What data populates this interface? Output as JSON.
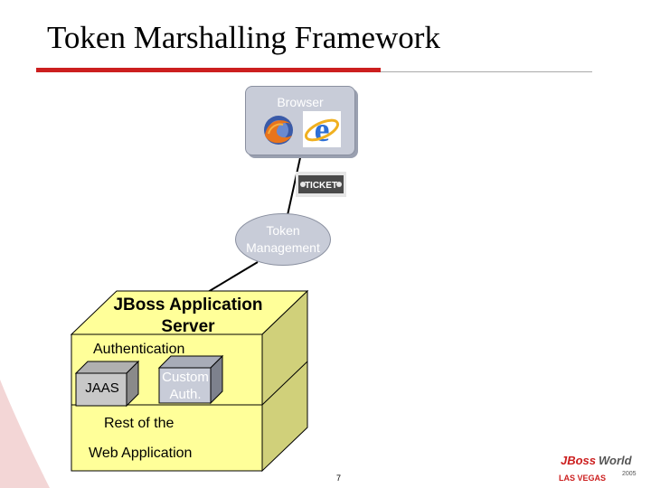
{
  "slide": {
    "title": "Token Marshalling Framework",
    "page_number": "7"
  },
  "browser": {
    "label": "Browser",
    "icons": [
      "firefox-icon",
      "internet-explorer-icon"
    ]
  },
  "ticket": {
    "icon": "ticket-icon",
    "text": "TICKET"
  },
  "token_management": {
    "line1": "Token",
    "line2": "Management"
  },
  "server": {
    "title_line1": "JBoss Application",
    "title_line2": "Server",
    "authentication_label": "Authentication",
    "jaas_label": "JAAS",
    "custom_line1": "Custom",
    "custom_line2": "Auth.",
    "rest_line1": "Rest of the",
    "rest_line2": "Web Application"
  },
  "logo": {
    "text_jboss": "JBoss",
    "text_world": "World",
    "text_city": "LAS VEGAS",
    "text_year": "2005"
  },
  "colors": {
    "accent_red": "#cc1f1f",
    "node_fill": "#c8ccd8",
    "server_fill": "#ffff99",
    "server_side": "#d0d07a"
  }
}
